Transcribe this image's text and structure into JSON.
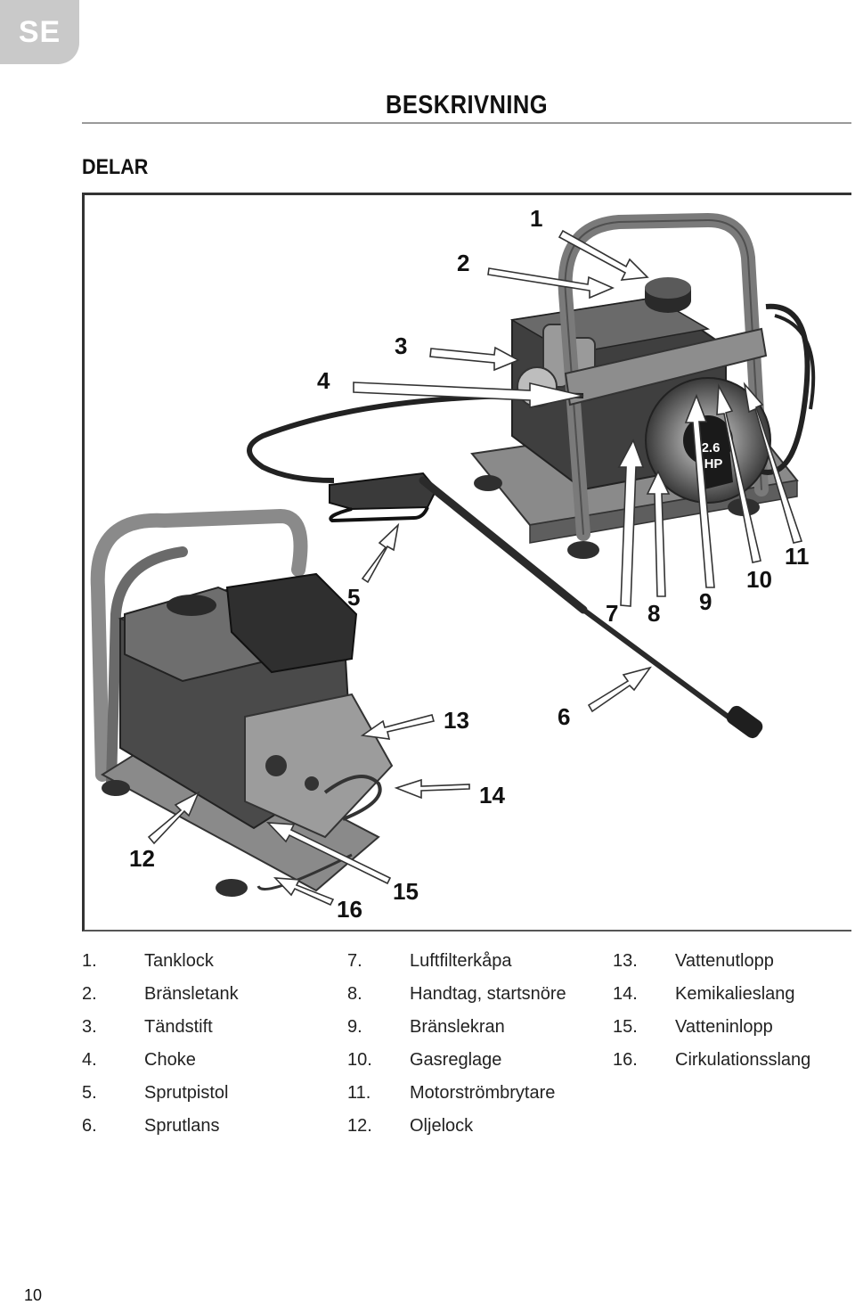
{
  "header": {
    "language_tab": "SE"
  },
  "page_title": "BESKRIVNING",
  "section_title": "DELAR",
  "figure": {
    "badge_line1": "2.6",
    "badge_line2": "HP",
    "callouts": [
      "1",
      "2",
      "3",
      "4",
      "5",
      "6",
      "7",
      "8",
      "9",
      "10",
      "11",
      "12",
      "13",
      "14",
      "15",
      "16"
    ]
  },
  "parts": [
    {
      "num": "1.",
      "label": "Tanklock"
    },
    {
      "num": "2.",
      "label": "Bränsletank"
    },
    {
      "num": "3.",
      "label": "Tändstift"
    },
    {
      "num": "4.",
      "label": "Choke"
    },
    {
      "num": "5.",
      "label": "Sprutpistol"
    },
    {
      "num": "6.",
      "label": "Sprutlans"
    },
    {
      "num": "7.",
      "label": "Luftfilterkåpa"
    },
    {
      "num": "8.",
      "label": "Handtag, startsnöre"
    },
    {
      "num": "9.",
      "label": "Bränslekran"
    },
    {
      "num": "10.",
      "label": "Gasreglage"
    },
    {
      "num": "11.",
      "label": "Motorströmbrytare"
    },
    {
      "num": "12.",
      "label": "Oljelock"
    },
    {
      "num": "13.",
      "label": "Vattenutlopp"
    },
    {
      "num": "14.",
      "label": "Kemikalieslang"
    },
    {
      "num": "15.",
      "label": "Vatteninlopp"
    },
    {
      "num": "16.",
      "label": "Cirkulationsslang"
    }
  ],
  "footer": {
    "page_number": "10"
  }
}
